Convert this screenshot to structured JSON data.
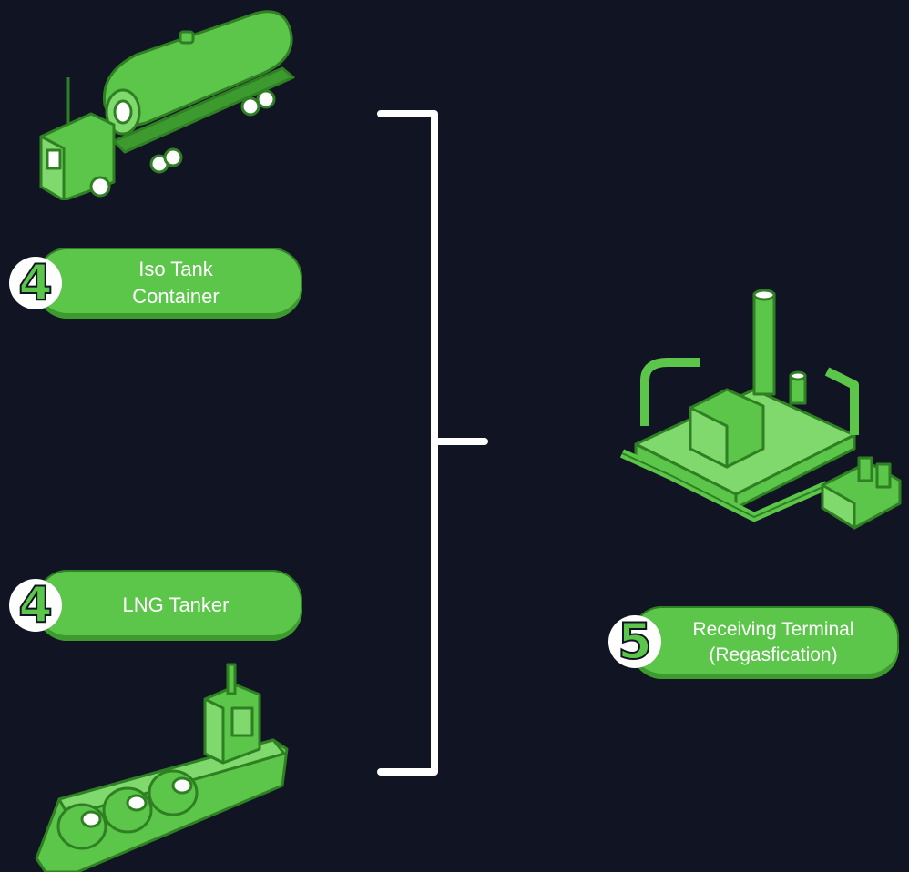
{
  "stages": [
    {
      "number": "4",
      "label_line1": "Iso Tank",
      "label_line2": "Container",
      "icon": "iso-tank-truck-icon"
    },
    {
      "number": "4",
      "label": "LNG Tanker",
      "icon": "lng-tanker-ship-icon"
    },
    {
      "number": "5",
      "label_line1": "Receiving Terminal",
      "label_line2": "(Regasfication)",
      "icon": "regasification-plant-icon"
    }
  ],
  "colors": {
    "background": "#111423",
    "accent": "#5cc64a",
    "accent_dark": "#2f7f23",
    "connector": "#ffffff"
  }
}
